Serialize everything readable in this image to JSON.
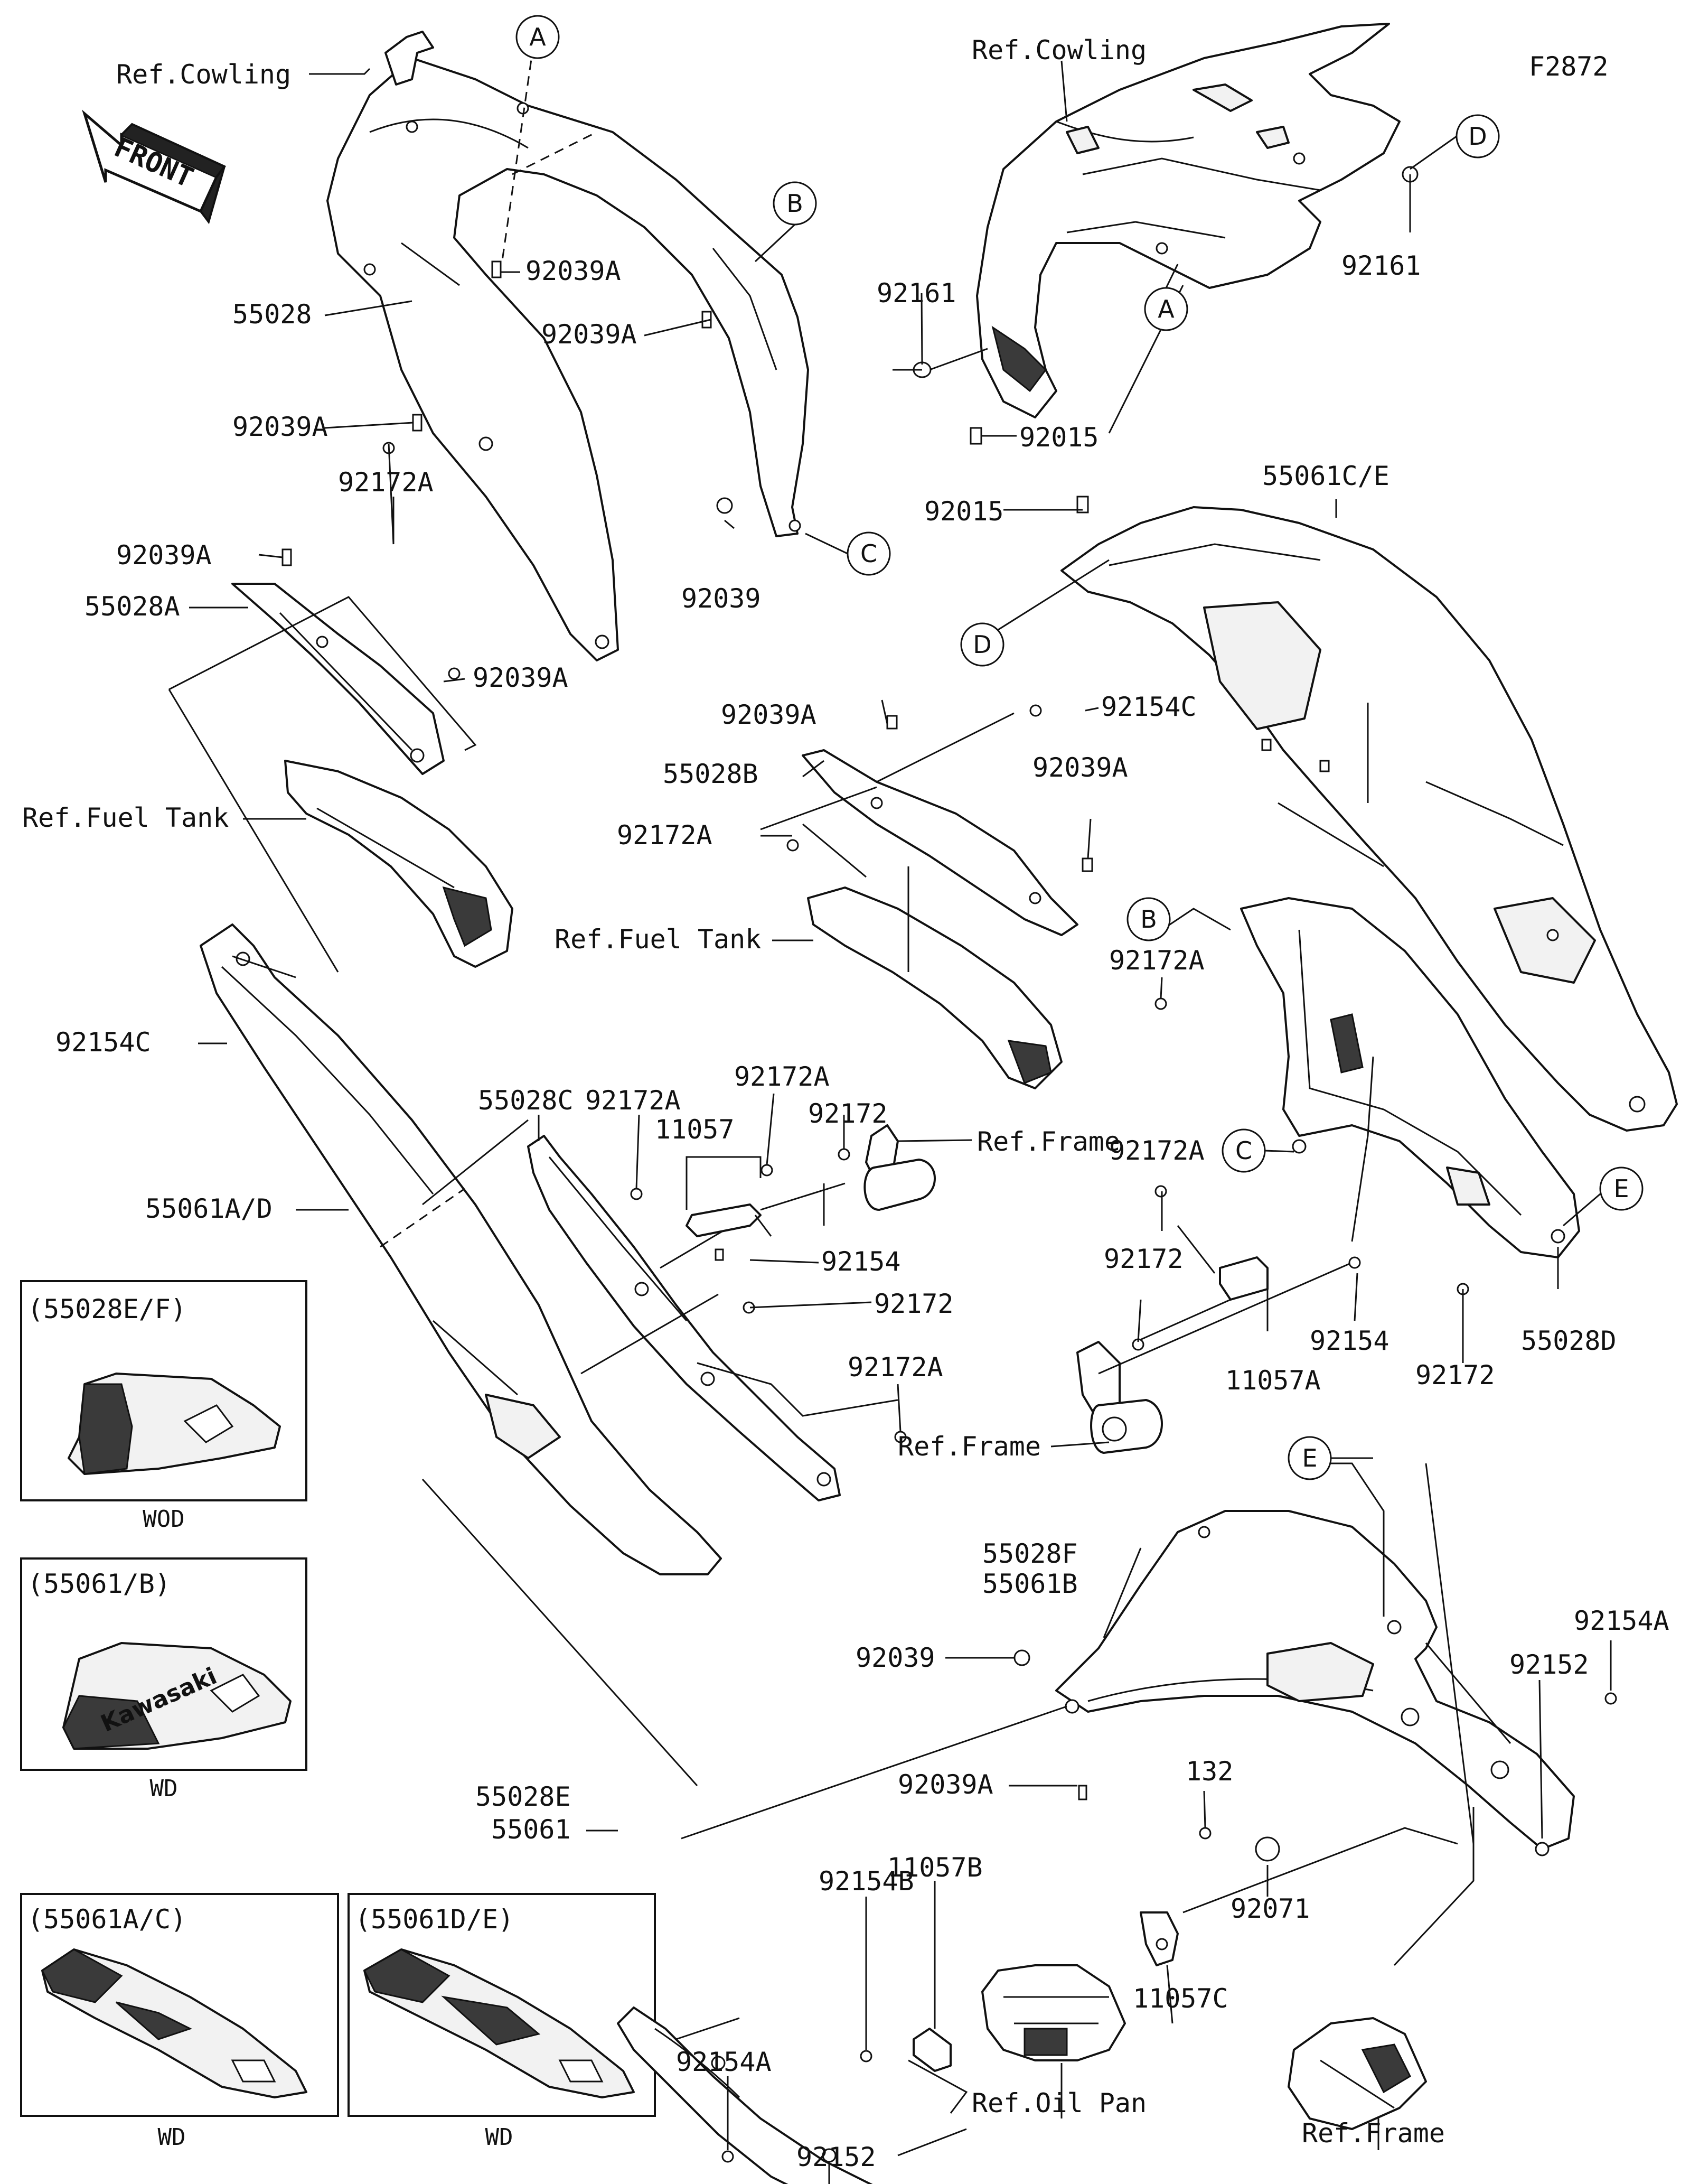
{
  "figure_code": "F2872",
  "front_label": "FRONT",
  "part_labels": {
    "l_55028": "55028",
    "l_92039A_1": "92039A",
    "l_92039A_2": "92039A",
    "l_92039A_3": "92039A",
    "l_92039": "92039",
    "l_92172A_1": "92172A",
    "l_92039A_4": "92039A",
    "l_55028A": "55028A",
    "l_92039A_5": "92039A",
    "l_92154C_1": "92154C",
    "l_55061AD": "55061A/D",
    "l_92161_1": "92161",
    "l_92161_2": "92161",
    "l_92015_1": "92015",
    "l_92015_2": "92015",
    "l_55061CE": "55061C/E",
    "l_92039A_6": "92039A",
    "l_92154C_2": "92154C",
    "l_55028B": "55028B",
    "l_92039A_7": "92039A",
    "l_92172A_2": "92172A",
    "l_55028C": "55028C",
    "l_92172A_3": "92172A",
    "l_92172A_4": "92172A",
    "l_92172_1": "92172",
    "l_11057": "11057",
    "l_92154_1": "92154",
    "l_92172_2": "92172",
    "l_92172A_5": "92172A",
    "l_92172A_6": "92172A",
    "l_92172A_7": "92172A",
    "l_92172_3": "92172",
    "l_92154_2": "92154",
    "l_11057A": "11057A",
    "l_92172_4": "92172",
    "l_55028D": "55028D",
    "l_55028F": "55028F",
    "l_55061B": "55061B",
    "l_92039_2": "92039",
    "l_92039A_8": "92039A",
    "l_92154A_1": "92154A",
    "l_92152_1": "92152",
    "l_132": "132",
    "l_92071": "92071",
    "l_11057C": "11057C",
    "l_11057B": "11057B",
    "l_92154B": "92154B",
    "l_55028E": "55028E",
    "l_55061": "55061",
    "l_92154A_2": "92154A",
    "l_92152_2": "92152"
  },
  "reference_labels": {
    "cowling_1": "Ref.Cowling",
    "cowling_2": "Ref.Cowling",
    "fuel_tank_1": "Ref.Fuel Tank",
    "fuel_tank_2": "Ref.Fuel Tank",
    "frame_1": "Ref.Frame",
    "frame_2": "Ref.Frame",
    "frame_3": "Ref.Frame",
    "oil_pan": "Ref.Oil Pan"
  },
  "circle_markers": {
    "a1": "A",
    "a2": "A",
    "b1": "B",
    "b2": "B",
    "c1": "C",
    "c2": "C",
    "d1": "D",
    "d2": "D",
    "e1": "E",
    "e2": "E"
  },
  "variant_boxes": [
    {
      "title": "(55028E/F)",
      "caption": "WOD"
    },
    {
      "title": "(55061/B)",
      "caption": "WD",
      "logo_text": "Kawasaki"
    },
    {
      "title": "(55061A/C)",
      "caption": "WD"
    },
    {
      "title": "(55061D/E)",
      "caption": "WD"
    }
  ]
}
